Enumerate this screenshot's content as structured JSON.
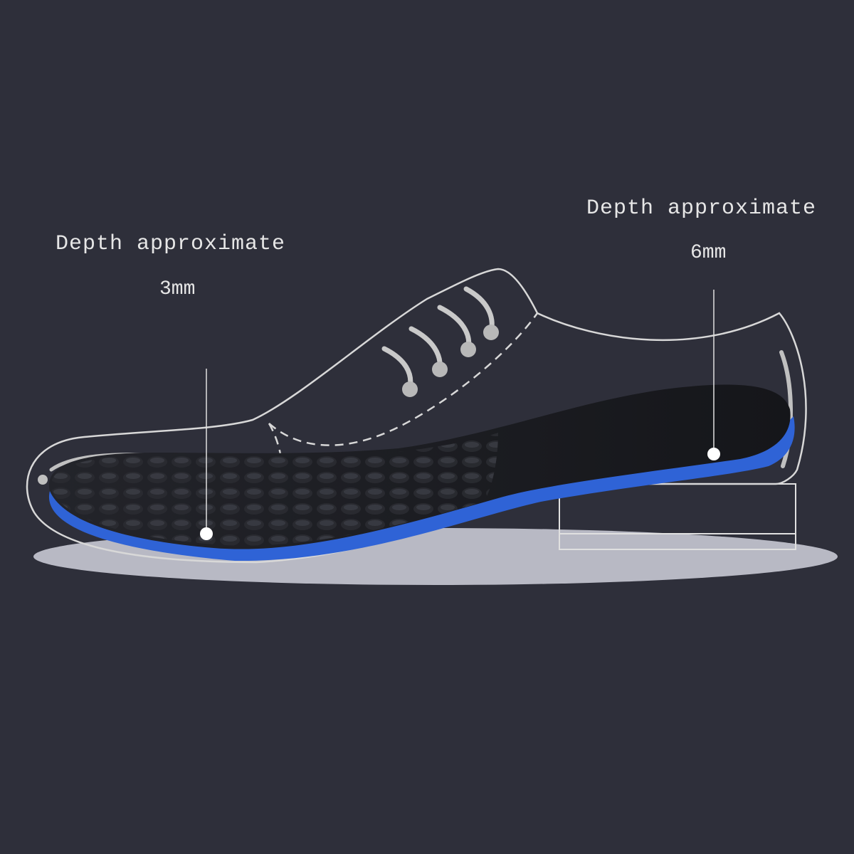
{
  "annotations": [
    {
      "label": "Depth approximate",
      "value": "3mm"
    },
    {
      "label": "Depth approximate",
      "value": "6mm"
    }
  ],
  "colors": {
    "background": "#2e2f3a",
    "insole_top": "#1c1d22",
    "insole_base": "#2f63d6",
    "outline": "#d8d8d8",
    "shadow": "#b9bac6"
  }
}
